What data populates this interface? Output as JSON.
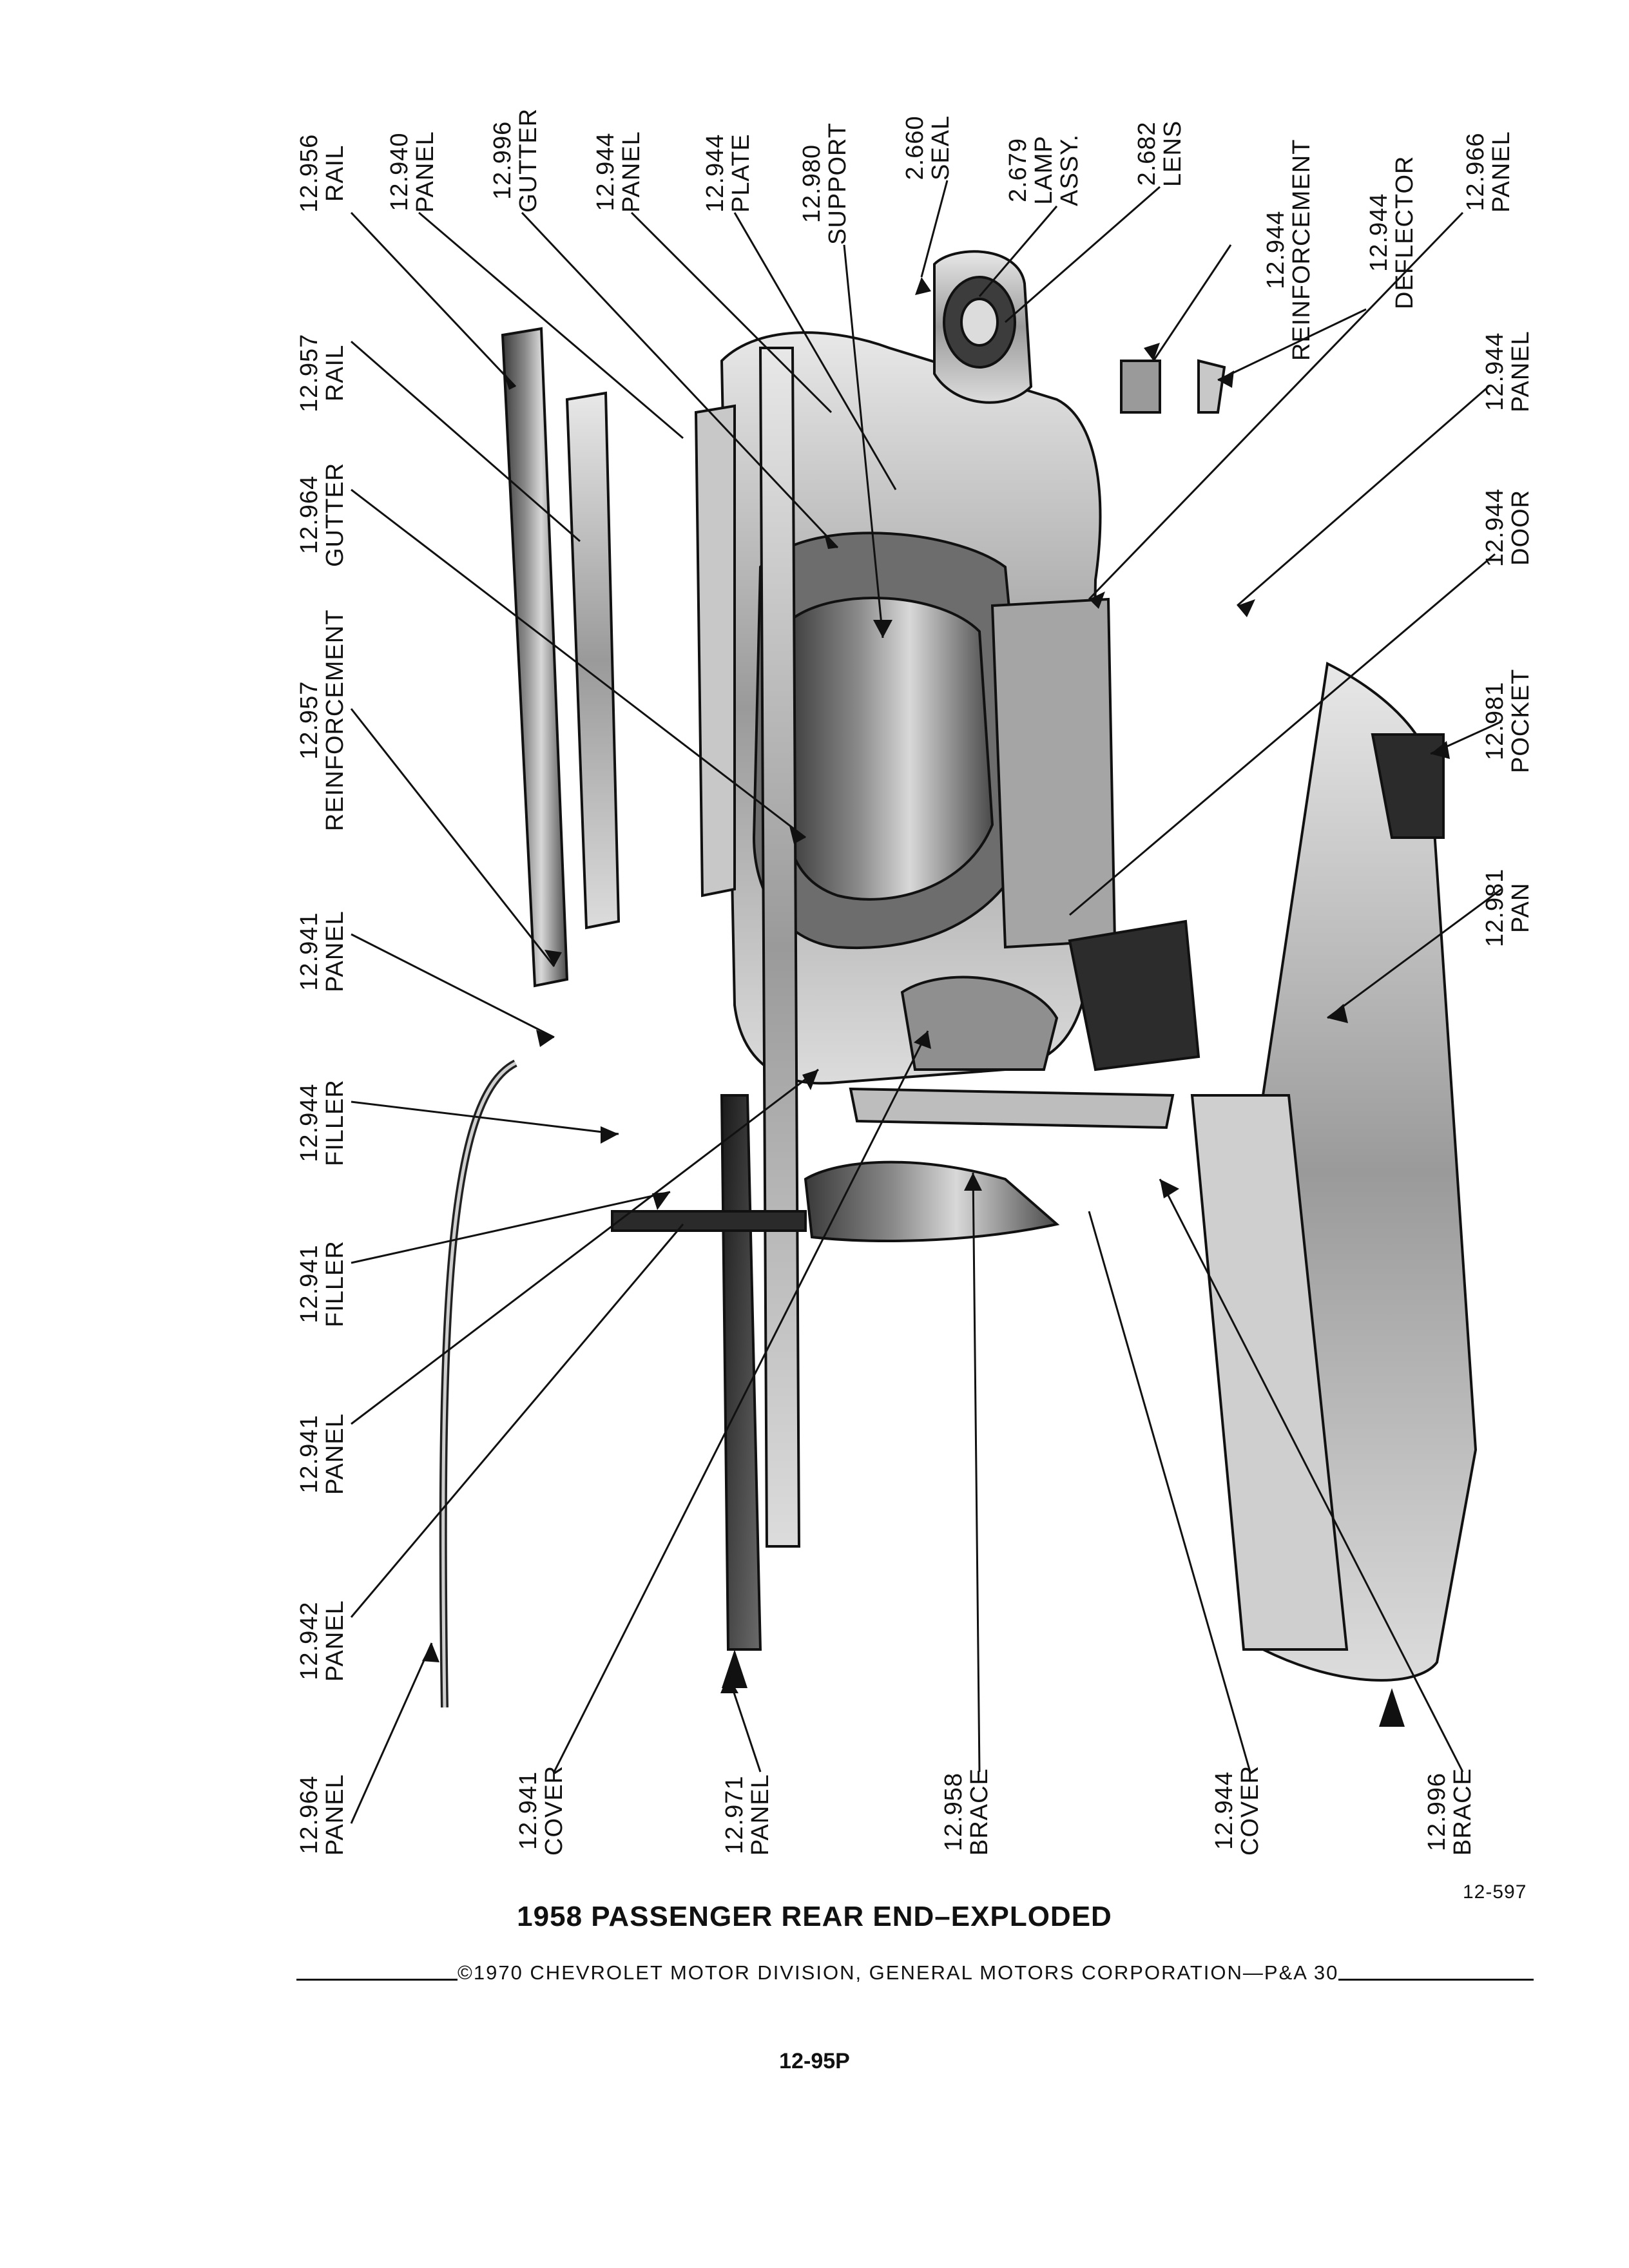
{
  "title": "1958 PASSENGER REAR END–EXPLODED",
  "figure_number": "12-597",
  "copyright": "©1970 CHEVROLET MOTOR DIVISION, GENERAL MOTORS CORPORATION—P&A 30",
  "page_number": "12-95P",
  "callouts_top": [
    {
      "num": "12.956",
      "name": "RAIL"
    },
    {
      "num": "12.940",
      "name": "PANEL"
    },
    {
      "num": "12.996",
      "name": "GUTTER"
    },
    {
      "num": "12.944",
      "name": "PANEL"
    },
    {
      "num": "12.944",
      "name": "PLATE"
    },
    {
      "num": "12.980",
      "name": "SUPPORT"
    },
    {
      "num": "2.660",
      "name": "SEAL"
    },
    {
      "num": "2.679",
      "name": "LAMP",
      "extra": "ASSY."
    },
    {
      "num": "2.682",
      "name": "LENS"
    },
    {
      "num": "12.944",
      "name": "REINFORCEMENT"
    },
    {
      "num": "12.944",
      "name": "DEFLECTOR"
    },
    {
      "num": "12.966",
      "name": "PANEL"
    }
  ],
  "callouts_upper_mid": [
    {
      "num": "12.957",
      "name": "RAIL"
    },
    {
      "num": "12.964",
      "name": "GUTTER"
    },
    {
      "num": "12.957",
      "name": "REINFORCEMENT"
    },
    {
      "num": "12.941",
      "name": "PANEL"
    },
    {
      "num": "12.944",
      "name": "FILLER"
    },
    {
      "num": "12.941",
      "name": "FILLER"
    },
    {
      "num": "12.941",
      "name": "PANEL"
    },
    {
      "num": "12.942",
      "name": "PANEL"
    }
  ],
  "callouts_right": [
    {
      "num": "12.944",
      "name": "PANEL"
    },
    {
      "num": "12.944",
      "name": "DOOR"
    },
    {
      "num": "12.981",
      "name": "POCKET"
    },
    {
      "num": "12.981",
      "name": "PAN"
    }
  ],
  "callouts_bottom": [
    {
      "num": "12.964",
      "name": "PANEL"
    },
    {
      "num": "12.941",
      "name": "COVER"
    },
    {
      "num": "12.971",
      "name": "PANEL"
    },
    {
      "num": "12.958",
      "name": "BRACE"
    },
    {
      "num": "12.944",
      "name": "COVER"
    },
    {
      "num": "12.996",
      "name": "BRACE"
    }
  ]
}
